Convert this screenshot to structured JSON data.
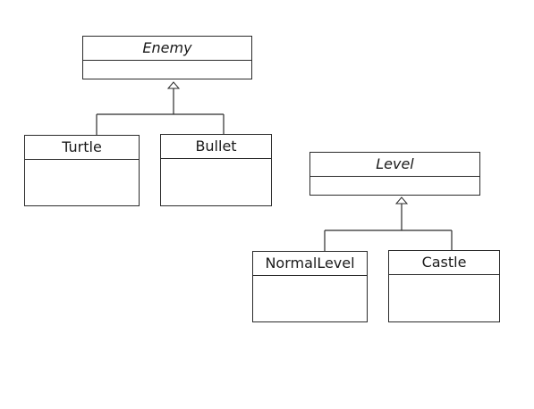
{
  "diagram": {
    "classes": {
      "enemy": {
        "name": "Enemy",
        "abstract": true
      },
      "turtle": {
        "name": "Turtle",
        "abstract": false
      },
      "bullet": {
        "name": "Bullet",
        "abstract": false
      },
      "level": {
        "name": "Level",
        "abstract": true
      },
      "normal_level": {
        "name": "NormalLevel",
        "abstract": false
      },
      "castle": {
        "name": "Castle",
        "abstract": false
      }
    },
    "relations": [
      {
        "type": "generalization",
        "from": "Turtle",
        "to": "Enemy"
      },
      {
        "type": "generalization",
        "from": "Bullet",
        "to": "Enemy"
      },
      {
        "type": "generalization",
        "from": "NormalLevel",
        "to": "Level"
      },
      {
        "type": "generalization",
        "from": "Castle",
        "to": "Level"
      }
    ]
  },
  "colors": {
    "stroke": "#2b2b2b",
    "background": "#ffffff"
  }
}
